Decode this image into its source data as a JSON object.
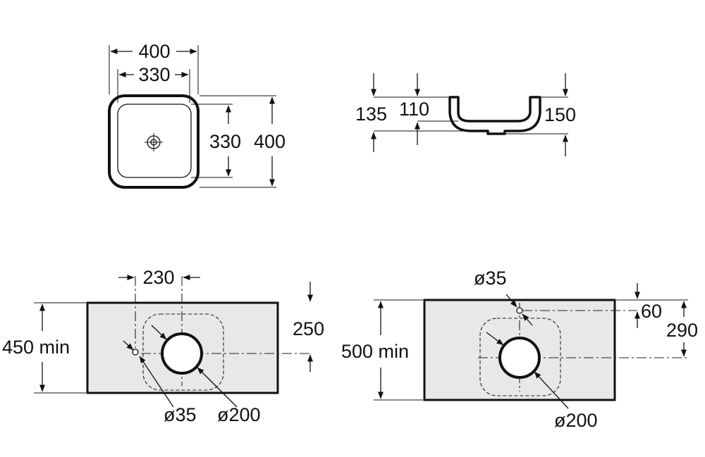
{
  "top_view": {
    "outer_width": "400",
    "inner_width": "330",
    "inner_depth": "330",
    "outer_depth": "400"
  },
  "side_view": {
    "total_height": "135",
    "inner_depth": "110",
    "overall_height": "150"
  },
  "install_left": {
    "min_depth": "450 min",
    "tap_offset": "230",
    "center_offset": "250",
    "tap_hole": "ø35",
    "bowl_hole": "ø200"
  },
  "install_right": {
    "min_depth": "500 min",
    "tap_hole": "ø35",
    "tap_offset": "60",
    "center_offset": "290",
    "bowl_hole": "ø200"
  }
}
